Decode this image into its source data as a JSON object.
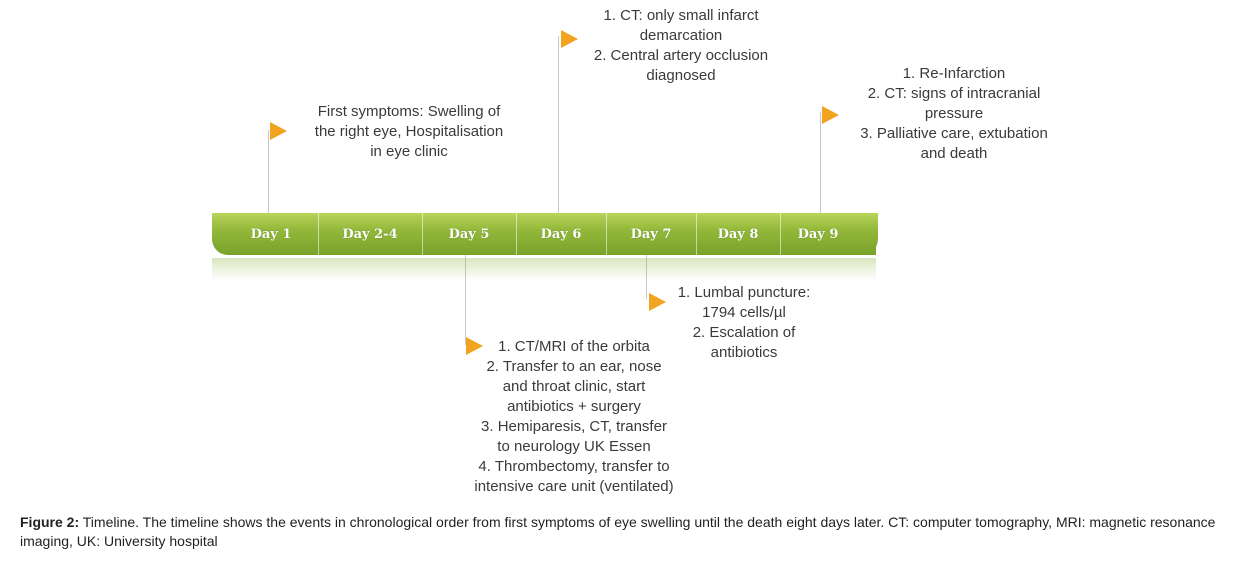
{
  "timeline": {
    "days": [
      "Day 1",
      "Day 2-4",
      "Day 5",
      "Day 6",
      "Day 7",
      "Day 8",
      "Day 9"
    ]
  },
  "events": {
    "day1": [
      "First symptoms: Swelling of",
      "the right eye, Hospitalisation",
      "in eye clinic"
    ],
    "day5": [
      "1. CT/MRI of the orbita",
      "2. Transfer to an ear, nose",
      "and throat clinic, start",
      "antibiotics + surgery",
      "3. Hemiparesis, CT, transfer",
      "to neurology UK Essen",
      "4. Thrombectomy, transfer to",
      "intensive care unit (ventilated)"
    ],
    "day6": [
      "1.  CT: only small infarct",
      "demarcation",
      "2. Central artery occlusion",
      "diagnosed"
    ],
    "day7": [
      "1. Lumbal puncture:",
      "1794 cells/µl",
      "2. Escalation of",
      "antibiotics"
    ],
    "day9": [
      "1.  Re-Infarction",
      "2. CT: signs of intracranial",
      "pressure",
      "3. Palliative care, extubation",
      "and death"
    ]
  },
  "caption": {
    "label": "Figure 2:",
    "text": " Timeline. The timeline shows the events in chronological order from first symptoms of eye swelling until the death eight days later. CT: computer tomography, MRI: magnetic resonance imaging, UK: University hospital"
  },
  "colors": {
    "bar": "#93b83a",
    "marker": "#f2a31f",
    "line": "#c8c8c8"
  }
}
